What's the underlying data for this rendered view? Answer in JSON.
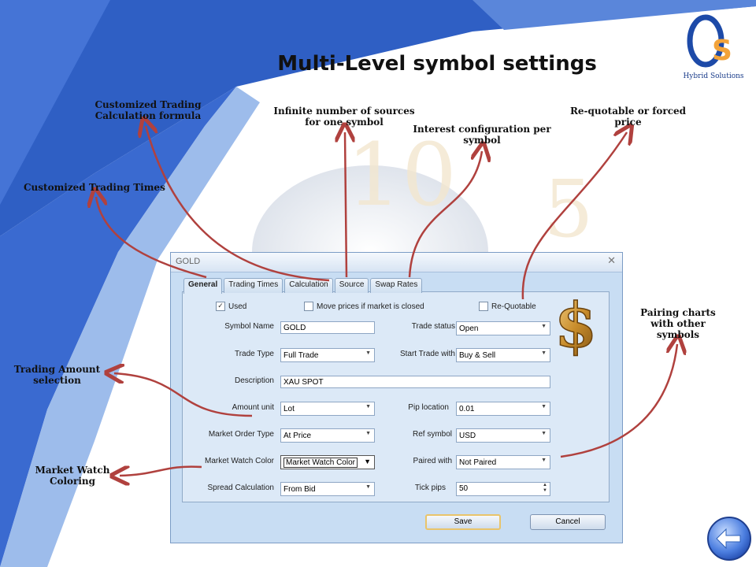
{
  "slide": {
    "title": "Multi-Level symbol settings",
    "logo_text": "Hybrid Solutions"
  },
  "callouts": {
    "calc_formula": "Customized Trading Calculation formula",
    "trading_times": "Customized Trading Times",
    "sources": "Infinite number of sources for one symbol",
    "interest": "Interest configuration per symbol",
    "requote": "Re-quotable or forced price",
    "pairing": "Pairing charts with other symbols",
    "amount": "Trading Amount selection",
    "coloring": "Market Watch Coloring"
  },
  "dialog": {
    "title": "GOLD",
    "close_symbol": "✕",
    "tabs": [
      "General",
      "Trading Times",
      "Calculation",
      "Source",
      "Swap Rates"
    ],
    "checkboxes": {
      "used": {
        "label": "Used",
        "checked": true
      },
      "move_prices": {
        "label": "Move prices if market is closed",
        "checked": false
      },
      "requotable": {
        "label": "Re-Quotable",
        "checked": false
      }
    },
    "labels": {
      "symbol_name": "Symbol Name",
      "trade_type": "Trade Type",
      "description": "Description",
      "amount_unit": "Amount unit",
      "market_order_type": "Market Order Type",
      "market_watch_color": "Market Watch Color",
      "spread_calculation": "Spread Calculation",
      "trade_status": "Trade status",
      "start_trade_with": "Start Trade with",
      "pip_location": "Pip location",
      "ref_symbol": "Ref symbol",
      "paired_with": "Paired with",
      "tick_pips": "Tick pips"
    },
    "values": {
      "symbol_name": "GOLD",
      "trade_type": "Full Trade",
      "description": "XAU SPOT",
      "amount_unit": "Lot",
      "market_order_type": "At Price",
      "market_watch_color": "Market Watch Color",
      "spread_calculation": "From Bid",
      "trade_status": "Open",
      "start_trade_with": "Buy & Sell",
      "pip_location": "0.01",
      "ref_symbol": "USD",
      "paired_with": "Not Paired",
      "tick_pips": "50"
    },
    "buttons": {
      "save": "Save",
      "cancel": "Cancel"
    }
  },
  "icons": {
    "close": "close-icon",
    "dropdown": "chevron-down-icon",
    "dollar": "dollar-sign-icon",
    "nav": "back-arrow-icon"
  },
  "colors": {
    "accent_blue": "#3f6fd0",
    "arrow_red": "#b0413e",
    "dialog_bg": "#c8ddf3"
  }
}
